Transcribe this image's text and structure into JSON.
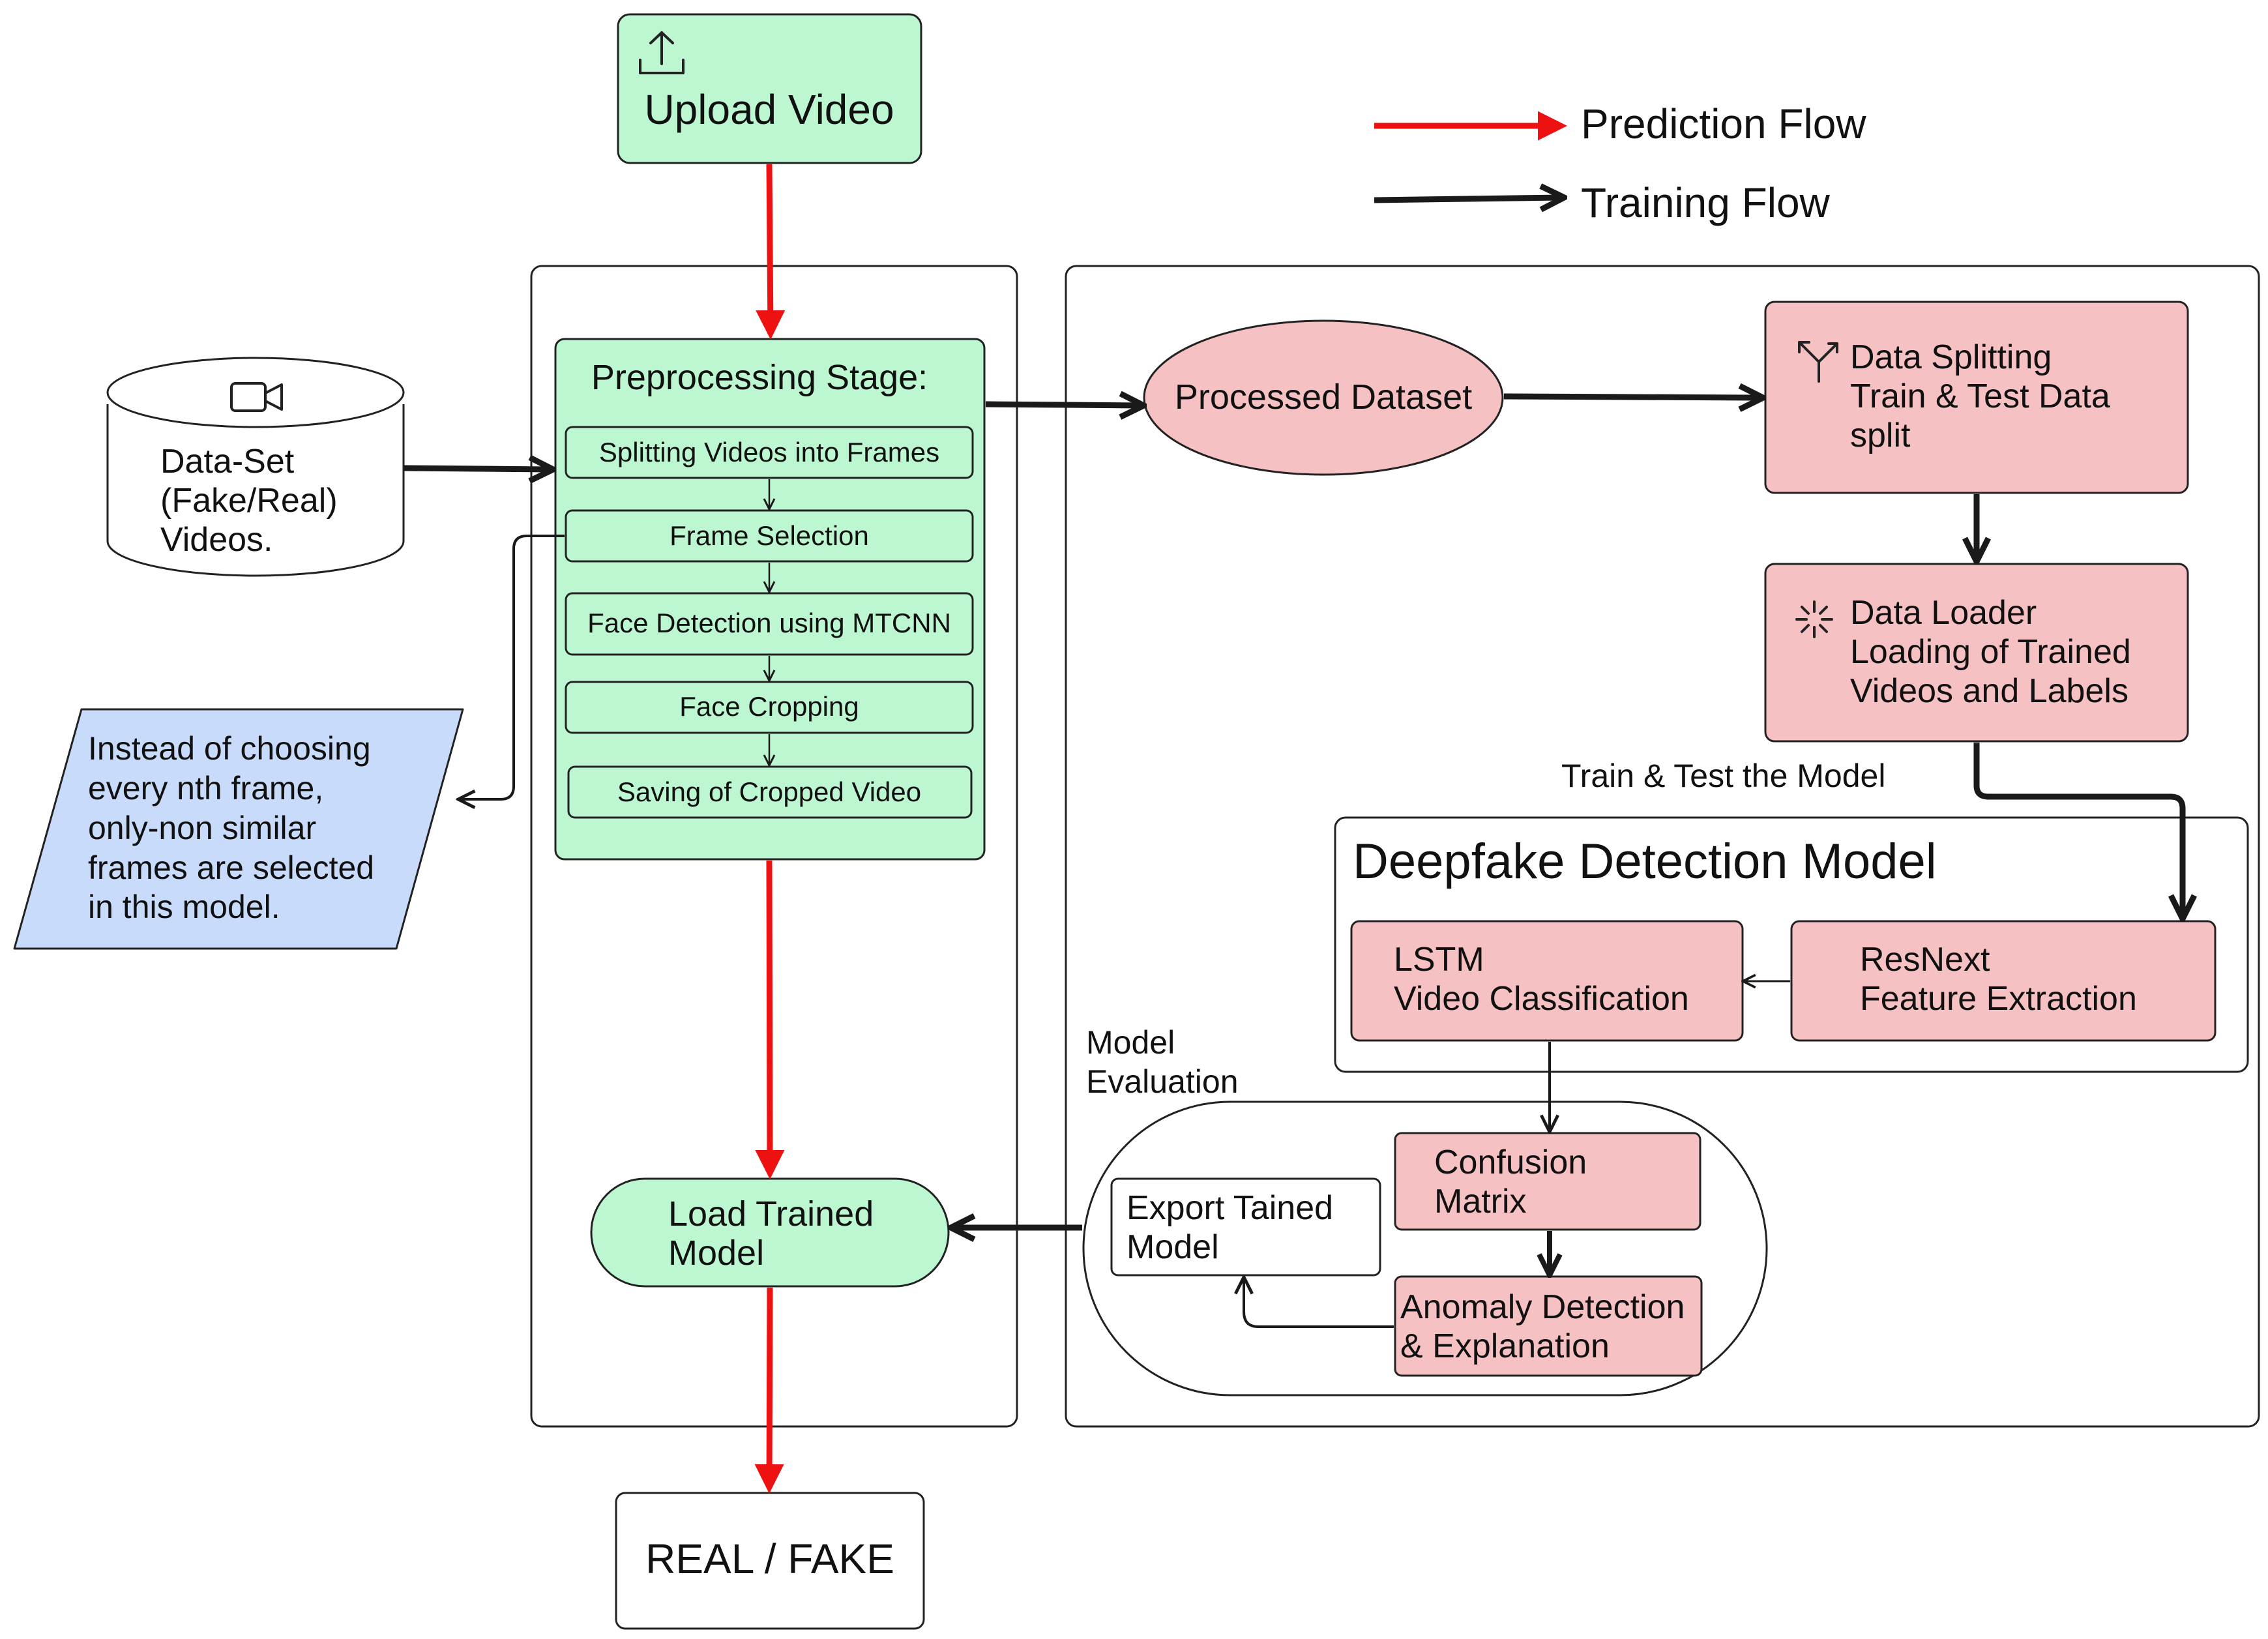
{
  "upload_video": {
    "label": "Upload Video",
    "icon": "upload-icon"
  },
  "legend": {
    "prediction": {
      "label": "Prediction Flow",
      "color": "#ee1111"
    },
    "training": {
      "label": "Training Flow",
      "color": "#1a1a1a"
    }
  },
  "dataset": {
    "lines": [
      "Data-Set",
      "(Fake/Real)",
      "Videos."
    ],
    "icon": "video-camera-icon"
  },
  "preprocessing": {
    "title": "Preprocessing Stage:",
    "steps": [
      "Splitting Videos into Frames",
      "Frame Selection",
      "Face Detection using MTCNN",
      "Face Cropping",
      "Saving of Cropped Video"
    ]
  },
  "note": {
    "lines": [
      "Instead of choosing",
      "every nth frame,",
      "only-non similar",
      "frames are selected",
      "in this model."
    ]
  },
  "processed_dataset": {
    "label": "Processed Dataset"
  },
  "data_splitting": {
    "lines": [
      "Data Splitting",
      "Train & Test Data",
      "split"
    ],
    "icon": "split-arrows-icon"
  },
  "data_loader": {
    "lines": [
      "Data Loader",
      "Loading of Trained",
      "Videos and Labels"
    ],
    "icon": "loading-spinner-icon"
  },
  "train_test_label": "Train & Test the Model",
  "model": {
    "title": "Deepfake Detection Model",
    "lstm": {
      "lines": [
        "LSTM",
        "Video Classification"
      ]
    },
    "resnext": {
      "lines": [
        "ResNext",
        "Feature Extraction"
      ]
    }
  },
  "evaluation": {
    "label_lines": [
      "Model",
      "Evaluation"
    ],
    "confusion": {
      "lines": [
        "Confusion",
        "Matrix"
      ]
    },
    "anomaly": {
      "lines": [
        "Anomaly Detection",
        "& Explanation"
      ]
    },
    "export": {
      "lines": [
        "Export Tained",
        "Model"
      ]
    }
  },
  "load_model": {
    "lines": [
      "Load Trained",
      "Model"
    ]
  },
  "result": {
    "label": "REAL / FAKE"
  },
  "colors": {
    "green": "#bdf7d1",
    "pink": "#f6c1c2",
    "blue": "#c8dbfa",
    "red_arrow": "#ee1111",
    "black_arrow": "#1a1a1a"
  }
}
